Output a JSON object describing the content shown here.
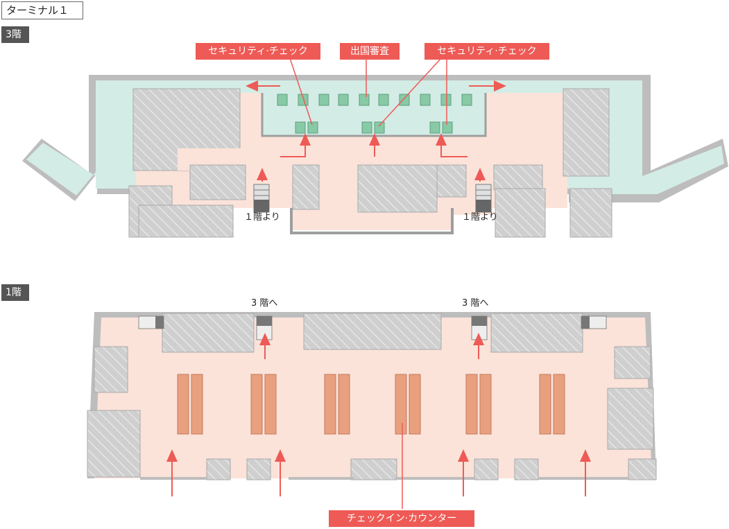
{
  "terminal_title": "ターミナル１",
  "floors": [
    {
      "level_label": "3階",
      "callouts": [
        "セキュリティ·チェック",
        "出国審査",
        "セキュリティ·チェック"
      ],
      "stair_labels": [
        "１階より",
        "１階より"
      ]
    },
    {
      "level_label": "1階",
      "stair_labels": [
        "3 階へ",
        "3 階へ"
      ],
      "callouts": [
        "チェックイン·カウンター"
      ]
    }
  ],
  "colors": {
    "floor_area": "#fbe3d9",
    "airside_area": "#d4ece6",
    "wall": "#cccccc",
    "hatched_block": "#cfcfcf",
    "security_gate": "#88c9a6",
    "checkin_counter": "#e8a07f",
    "callout": "#ee5a55",
    "arrow": "#ee5a55"
  },
  "icons": [
    "stairs-icon",
    "direction-arrow-icon"
  ]
}
